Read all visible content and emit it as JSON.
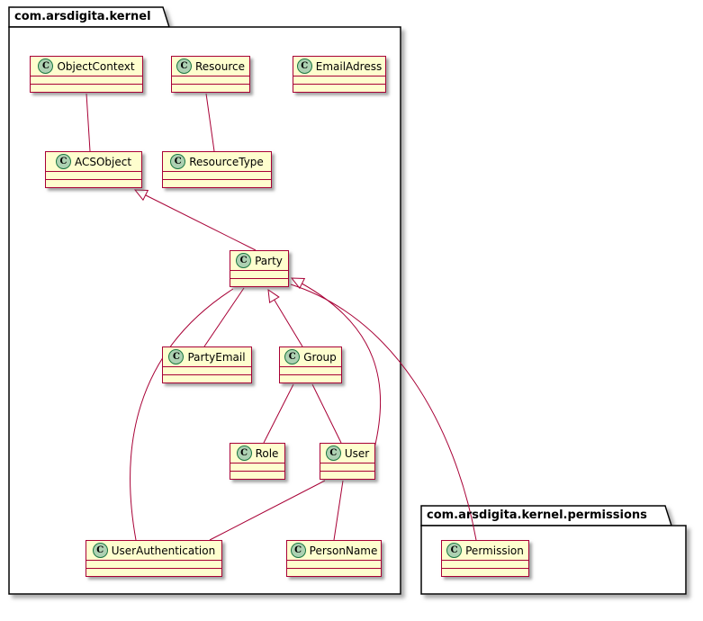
{
  "colors": {
    "class_background": "#FEFECE",
    "class_border": "#A80036",
    "edge": "#A80036",
    "class_icon_background": "#ADD1B2",
    "class_icon_border": "#1B7742",
    "package_border": "#000000",
    "page_background": "#FFFFFF"
  },
  "icons": {
    "class_letter": "C"
  },
  "diagram": {
    "packages": [
      {
        "name": "com.arsdigita.kernel"
      },
      {
        "name": "com.arsdigita.kernel.permissions"
      }
    ],
    "classes": [
      {
        "name": "ObjectContext"
      },
      {
        "name": "Resource"
      },
      {
        "name": "EmailAdress"
      },
      {
        "name": "ACSObject"
      },
      {
        "name": "ResourceType"
      },
      {
        "name": "Party"
      },
      {
        "name": "PartyEmail"
      },
      {
        "name": "Group"
      },
      {
        "name": "Role"
      },
      {
        "name": "User"
      },
      {
        "name": "UserAuthentication"
      },
      {
        "name": "PersonName"
      },
      {
        "name": "Permission"
      }
    ],
    "relations": [
      {
        "from": "ObjectContext",
        "to": "ACSObject",
        "type": "association"
      },
      {
        "from": "Resource",
        "to": "ResourceType",
        "type": "association"
      },
      {
        "from": "Party",
        "to": "ACSObject",
        "type": "extends"
      },
      {
        "from": "PartyEmail",
        "to": "Party",
        "type": "association"
      },
      {
        "from": "Group",
        "to": "Party",
        "type": "extends"
      },
      {
        "from": "User",
        "to": "Party",
        "type": "extends"
      },
      {
        "from": "Group",
        "to": "Role",
        "type": "association"
      },
      {
        "from": "Group",
        "to": "User",
        "type": "association"
      },
      {
        "from": "User",
        "to": "UserAuthentication",
        "type": "association"
      },
      {
        "from": "User",
        "to": "PersonName",
        "type": "association"
      },
      {
        "from": "UserAuthentication",
        "to": "Party",
        "type": "association"
      },
      {
        "from": "Permission",
        "to": "Party",
        "type": "association"
      }
    ]
  }
}
